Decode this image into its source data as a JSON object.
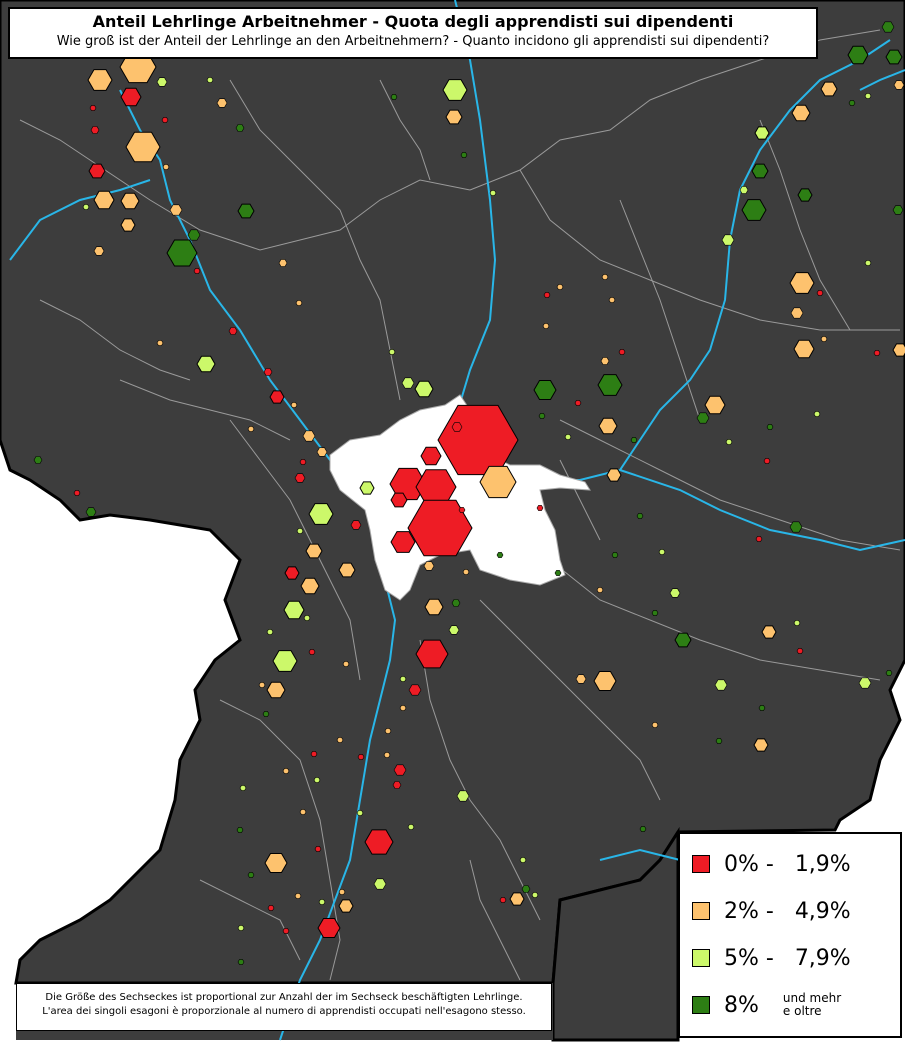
{
  "title": "Anteil Lehrlinge Arbeitnehmer - Quota degli apprendisti sui dipendenti",
  "subtitle": "Wie groß ist der Anteil der Lehrlinge an den Arbeitnehmern? - Quanto incidono gli apprendisti sui dipendenti?",
  "colors": {
    "background": "#ffffff",
    "land": "#3d3d3d",
    "border": "#000000",
    "district_lines": "#9a9a9a",
    "rivers": "#29b6e8",
    "city_area": "#ffffff"
  },
  "legend": {
    "items": [
      {
        "color": "#ee1c25",
        "range": "0% -   1,9%"
      },
      {
        "color": "#fdc26e",
        "range": "2% -   4,9%"
      },
      {
        "color": "#ccf86a",
        "range": "5% -   7,9%"
      },
      {
        "color": "#2d7e14",
        "range": "8%",
        "note_de": "und mehr",
        "note_it": "e oltre"
      }
    ]
  },
  "note": {
    "de": "Die Größe des Sechseckes ist proportional zur Anzahl der im Sechseck beschäftigten Lehrlinge.",
    "it": "L'area dei singoli esagoni è proporzionale al numero di apprendisti occupati nell'esagono stesso."
  },
  "hexagon_classes": [
    "red",
    "orange",
    "lightgreen",
    "green"
  ]
}
